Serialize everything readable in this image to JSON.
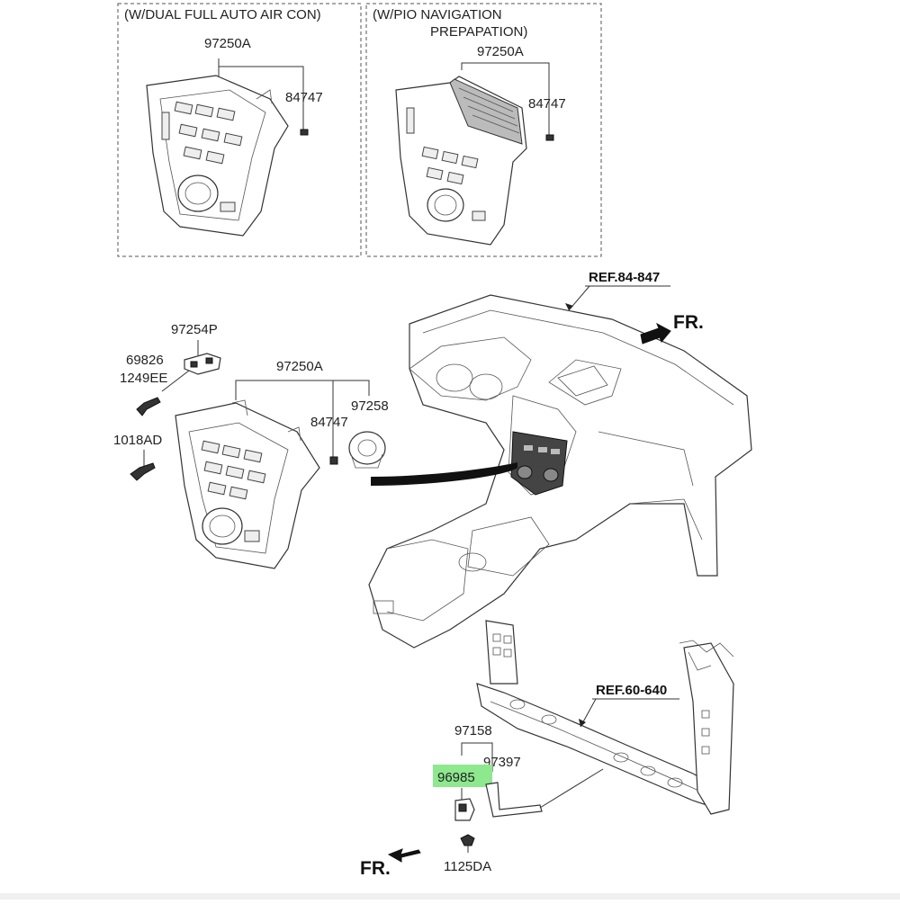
{
  "insets": {
    "left_title": "(W/DUAL FULL AUTO AIR CON)",
    "right_title_line1": "(W/PIO NAVIGATION",
    "right_title_line2": "PREPAPATION)",
    "left_part": "97250A",
    "left_clip": "84747",
    "right_part": "97250A",
    "right_clip": "84747"
  },
  "labels": {
    "ref_dash": "REF.84-847",
    "ref_member": "REF.60-640",
    "fr_top": "FR.",
    "fr_bottom": "FR.",
    "p97254P": "97254P",
    "p69826": "69826",
    "p1249EE": "1249EE",
    "p1018AD": "1018AD",
    "p97250A": "97250A",
    "p84747": "84747",
    "p97258": "97258",
    "p97158": "97158",
    "p97397": "97397",
    "p96985": "96985",
    "p1125DA": "1125DA"
  },
  "highlight": {
    "part": "96985",
    "color": "#8ee88e"
  }
}
